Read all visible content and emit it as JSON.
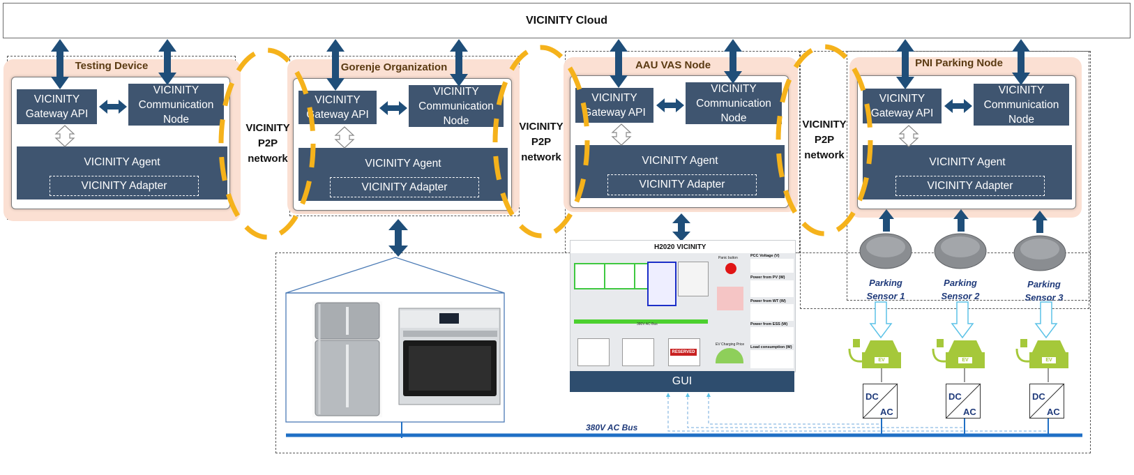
{
  "cloud": {
    "label": "VICINITY Cloud"
  },
  "nodes": [
    {
      "title": "Testing Device",
      "gateway": "VICINITY\nGateway API",
      "comm": "VICINITY\nCommunication\nNode",
      "agent": "VICINITY Agent",
      "adapter": "VICINITY Adapter"
    },
    {
      "title": "Gorenje Organization",
      "gateway": "VICINITY\nGateway API",
      "comm": "VICINITY\nCommunication\nNode",
      "agent": "VICINITY Agent",
      "adapter": "VICINITY Adapter"
    },
    {
      "title": "AAU VAS Node",
      "gateway": "VICINITY\nGateway API",
      "comm": "VICINITY\nCommunication\nNode",
      "agent": "VICINITY Agent",
      "adapter": "VICINITY Adapter"
    },
    {
      "title": "PNI Parking Node",
      "gateway": "VICINITY\nGateway API",
      "comm": "VICINITY\nCommunication\nNode",
      "agent": "VICINITY Agent",
      "adapter": "VICINITY Adapter"
    }
  ],
  "p2p": [
    {
      "line1": "VICINITY",
      "line2": "P2P",
      "line3": "network"
    },
    {
      "line1": "VICINITY",
      "line2": "P2P",
      "line3": "network"
    },
    {
      "line1": "VICINITY",
      "line2": "P2P",
      "line3": "network"
    }
  ],
  "sensors": [
    {
      "line1": "Parking",
      "line2": "Sensor 1"
    },
    {
      "line1": "Parking",
      "line2": "Sensor 2"
    },
    {
      "line1": "Parking",
      "line2": "Sensor 3"
    }
  ],
  "converters": [
    {
      "dc": "DC",
      "ac": "AC",
      "ev": "EV"
    },
    {
      "dc": "DC",
      "ac": "AC",
      "ev": "EV"
    },
    {
      "dc": "DC",
      "ac": "AC",
      "ev": "EV"
    }
  ],
  "bus": {
    "label": "380V AC Bus"
  },
  "gui": {
    "label": "GUI",
    "title": "H2020  VICINITY",
    "panic": "Panic button",
    "pcc": "PCC Voltage (V)",
    "pv": "Power from PV (W)",
    "wt": "Power from WT (W)",
    "ess": "Power from ESS (W)",
    "load": "Load consumption (W)",
    "ac_bus": "380V AC Bus",
    "charging_price": "EV Charging Price",
    "reserved": "RESERVED"
  },
  "colors": {
    "node_bg": "#3f5570",
    "peach": "#fbe0d3",
    "ring": "#f5b21b",
    "arrow": "#1f4e79",
    "bus": "#1f6fc5",
    "ev_green": "#a5c83a",
    "sensor_arrow": "#5bc2e7"
  }
}
